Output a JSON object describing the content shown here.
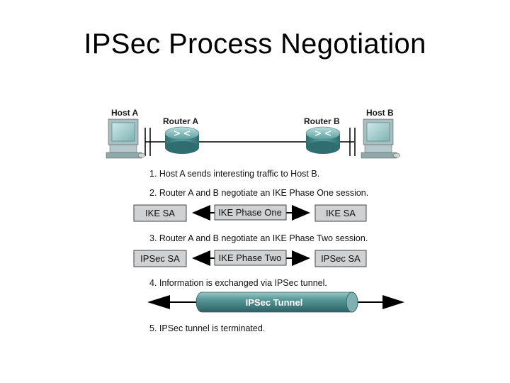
{
  "title": "IPSec Process Negotiation",
  "devices": {
    "host_a": "Host A",
    "router_a": "Router A",
    "router_b": "Router B",
    "host_b": "Host B"
  },
  "steps": [
    "1. Host A sends interesting traffic to Host B.",
    "2. Router A and B negotiate an IKE Phase One session.",
    "3. Router A and B negotiate an IKE Phase Two session.",
    "4. Information is exchanged via IPSec tunnel.",
    "5. IPSec tunnel is terminated."
  ],
  "phase_one": {
    "left": "IKE SA",
    "middle": "IKE Phase One",
    "right": "IKE SA"
  },
  "phase_two": {
    "left": "IPSec SA",
    "middle": "IKE Phase Two",
    "right": "IPSec SA"
  },
  "tunnel": {
    "label": "IPSec Tunnel"
  },
  "colors": {
    "tunnel": "#4f8e90",
    "router": "#4a8a8c",
    "box_fill": "#cfd1d3"
  }
}
